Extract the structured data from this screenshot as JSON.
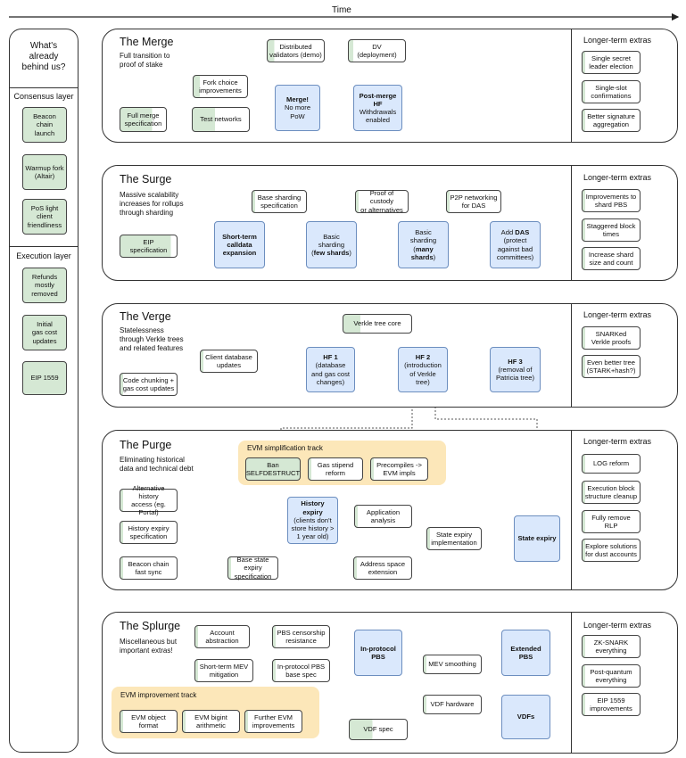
{
  "time_label": "Time",
  "sidebar": {
    "title": "What's\nalready\nbehind us?",
    "consensus_label": "Consensus layer",
    "consensus_items": [
      "Beacon\nchain\nlaunch",
      "Warmup fork\n(Altair)",
      "PoS light\nclient\nfriendliness"
    ],
    "execution_label": "Execution layer",
    "execution_items": [
      "Refunds\nmostly\nremoved",
      "Initial\ngas cost\nupdates",
      "EIP 1559"
    ]
  },
  "extras_title": "Longer-term extras",
  "merge": {
    "title": "The Merge",
    "desc": "Full transition to\nproof of stake",
    "nodes": {
      "dist_val": "Distributed\nvalidators (demo)",
      "dv": "DV\n(deployment)",
      "fork_choice": "Fork choice\nimprovements",
      "full_merge_spec": "Full merge\nspecification",
      "test_networks": "Test networks",
      "merge_pre": "Merge!",
      "merge_rest": "No more\nPoW",
      "postmerge_pre": "Post-merge\nHF",
      "postmerge_rest": "Withdrawals\nenabled"
    },
    "extras": [
      "Single secret\nleader election",
      "Single-slot\nconfirmations",
      "Better signature\naggregation"
    ]
  },
  "surge": {
    "title": "The Surge",
    "desc": "Massive scalability\nincreases for rollups\nthrough sharding",
    "nodes": {
      "base_sharding_spec": "Base sharding\nspecification",
      "proof_custody": "Proof of custody\nor alternatives",
      "p2p": "P2P networking\nfor DAS",
      "eip_spec": "EIP\nspecification",
      "short_term": "Short-term\ncalldata\nexpansion",
      "basic_few_pre": "Basic\nsharding\n(",
      "basic_few_bold": "few shards",
      "basic_few_post": ")",
      "basic_many_pre": "Basic\nsharding\n(",
      "basic_many_bold": "many\nshards",
      "basic_many_post": ")",
      "add_das_pre": "Add ",
      "add_das_bold": "DAS",
      "add_das_post": "\n(protect\nagainst bad\ncommittees)"
    },
    "extras": [
      "Improvements to\nshard PBS",
      "Staggered block\ntimes",
      "Increase shard\nsize and count"
    ]
  },
  "verge": {
    "title": "The Verge",
    "desc": "Statelessness\nthrough Verkle trees\nand related features",
    "nodes": {
      "verkle_core": "Verkle tree core",
      "client_db": "Client database\nupdates",
      "code_chunking": "Code chunking +\ngas cost updates",
      "hf1_pre": "HF 1",
      "hf1_rest": "(database\nand gas cost\nchanges)",
      "hf2_pre": "HF 2",
      "hf2_rest": "(introduction\nof Verkle\ntree)",
      "hf3_pre": "HF 3",
      "hf3_rest": "(removal of\nPatricia tree)"
    },
    "extras": [
      "SNARKed\nVerkle proofs",
      "Even better tree\n(STARK+hash?)"
    ]
  },
  "purge": {
    "title": "The Purge",
    "desc": "Eliminating historical\ndata and technical debt",
    "track_title": "EVM simplification track",
    "track_items": [
      "Ban\nSELFDESTRUCT",
      "Gas stipend\nreform",
      "Precompiles ->\nEVM impls"
    ],
    "nodes": {
      "alt_history": "Alternative history\naccess (eg. Portal)",
      "history_expiry_spec": "History expiry\nspecification",
      "beacon_sync": "Beacon chain\nfast sync",
      "history_expiry_pre": "History\nexpiry",
      "history_expiry_rest": "(clients don't\nstore history >\n1 year old)",
      "app_analysis": "Application\nanalysis",
      "state_expiry_impl": "State expiry\nimplementation",
      "state_expiry": "State expiry",
      "base_state_spec": "Base state expiry\nspecification",
      "address_space": "Address space\nextension"
    },
    "extras": [
      "LOG reform",
      "Execution block\nstructure cleanup",
      "Fully remove\nRLP",
      "Explore solutions\nfor dust accounts"
    ]
  },
  "splurge": {
    "title": "The Splurge",
    "desc": "Miscellaneous but\nimportant extras!",
    "track_title": "EVM improvement track",
    "track_items": [
      "EVM object\nformat",
      "EVM bigint\narithmetic",
      "Further EVM\nimprovements"
    ],
    "nodes": {
      "account_abstraction": "Account\nabstraction",
      "pbs_censorship": "PBS censorship\nresistance",
      "short_mev": "Short-term MEV\nmitigation",
      "inprotocol_spec": "In-protocol PBS\nbase spec",
      "inprotocol_pbs": "In-protocol\nPBS",
      "mev_smoothing": "MEV smoothing",
      "extended_pbs": "Extended\nPBS",
      "vdf_hardware": "VDF hardware",
      "vdf_spec": "VDF spec",
      "vdfs": "VDFs"
    },
    "extras": [
      "ZK-SNARK\neverything",
      "Post-quantum\neverything",
      "EIP 1559\nimprovements"
    ]
  }
}
